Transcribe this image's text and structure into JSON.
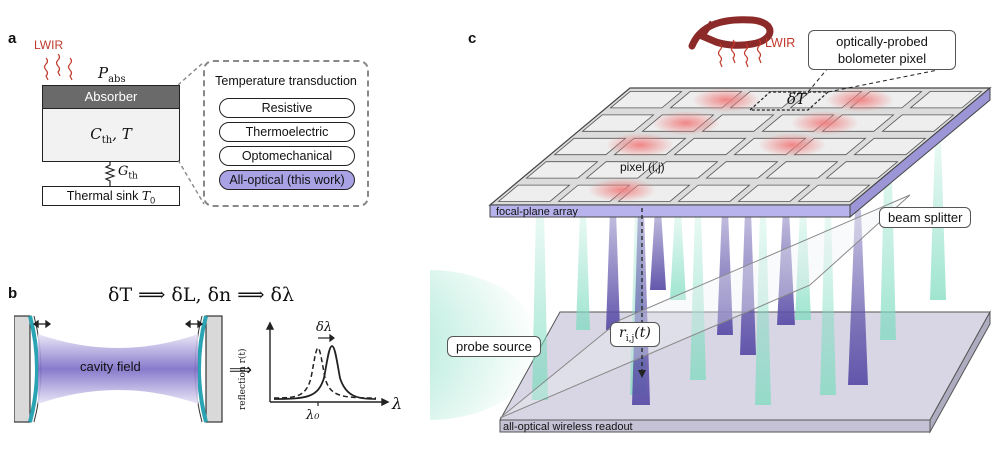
{
  "panel_a": {
    "letter": "a",
    "lwir": "LWIR",
    "p_abs": "P",
    "p_abs_sub": "abs",
    "absorber": "Absorber",
    "c_th": "C",
    "c_th_sub": "th",
    "c_th_rest": ", T",
    "g_th": "G",
    "g_th_sub": "th",
    "sink": "Thermal sink ",
    "sink_t0": "T",
    "sink_t0_sub": "0",
    "transduction_title": "Temperature transduction",
    "items": [
      "Resistive",
      "Thermoelectric",
      "Optomechanical",
      "All-optical (this work)"
    ]
  },
  "panel_b": {
    "letter": "b",
    "equation": "δT ⟹ δL, δn ⟹ δλ",
    "cavity_field": "cavity field",
    "implies": "⟹",
    "ylabel": "reflection r(t)",
    "delta_lambda": "δλ",
    "lambda0": "λ₀",
    "lambda": "λ"
  },
  "panel_c": {
    "letter": "c",
    "lwir": "LWIR",
    "pixel_box": [
      "optically-probed",
      "bolometer pixel"
    ],
    "delta_t": "δT",
    "pixel_ij": "pixel (i,j)",
    "focal_plane": "focal-plane array",
    "beam_splitter": "beam splitter",
    "probe_source": "probe source",
    "r_ij": "r",
    "r_ij_sub": "i,j",
    "r_ij_rest": "(t)",
    "readout": "all-optical wireless readout"
  },
  "colors": {
    "accent_purple": "#a9a2e4",
    "lwir_red": "#c0392b",
    "beam_green": "#7fdcc0",
    "beam_purple": "#5b4fa8",
    "hot_pixel": "#f08080"
  }
}
